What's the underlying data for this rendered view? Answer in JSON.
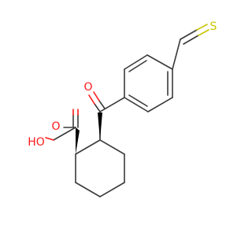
{
  "molecule": {
    "atoms": {
      "thione_S": "S",
      "ketone_O": "O",
      "acid_O_double": "O",
      "acid_OH": "HO"
    },
    "colors": {
      "bond": "#3a3a3a",
      "oxygen": "#ff1a1a",
      "sulfur": "#c9c400",
      "wedge": "#000000",
      "background": "#ffffff"
    }
  }
}
